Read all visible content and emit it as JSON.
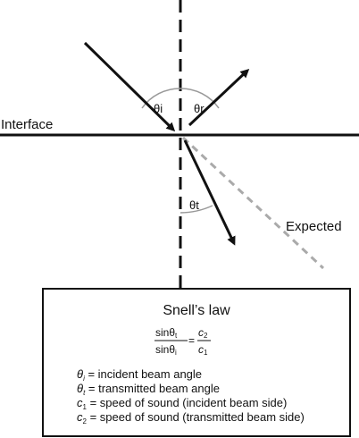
{
  "labels": {
    "interface": "Interface",
    "expected": "Expected",
    "theta_i": "θi",
    "theta_r": "θr",
    "theta_t": "θt"
  },
  "law_box": {
    "title": "Snell’s law",
    "equation": {
      "numerator_left": "sinθ",
      "numerator_left_sub": "t",
      "denominator_left": "sinθ",
      "denominator_left_sub": "i",
      "equals": "=",
      "numerator_right": "c",
      "numerator_right_sub": "2",
      "denominator_right": "c",
      "denominator_right_sub": "1"
    },
    "legend": [
      {
        "symbol": "θ",
        "sub": "i",
        "text": " = incident beam angle"
      },
      {
        "symbol": "θ",
        "sub": "t",
        "text": " = transmitted beam angle"
      },
      {
        "symbol": "c",
        "sub": "1",
        "text": " = speed of sound (incident beam side)"
      },
      {
        "symbol": "c",
        "sub": "2",
        "text": " = speed of sound (transmitted beam side)"
      }
    ]
  },
  "colors": {
    "line": "#111111",
    "expected_dashed": "#aaaaaa",
    "arc": "#999999",
    "box_border": "#111111"
  }
}
